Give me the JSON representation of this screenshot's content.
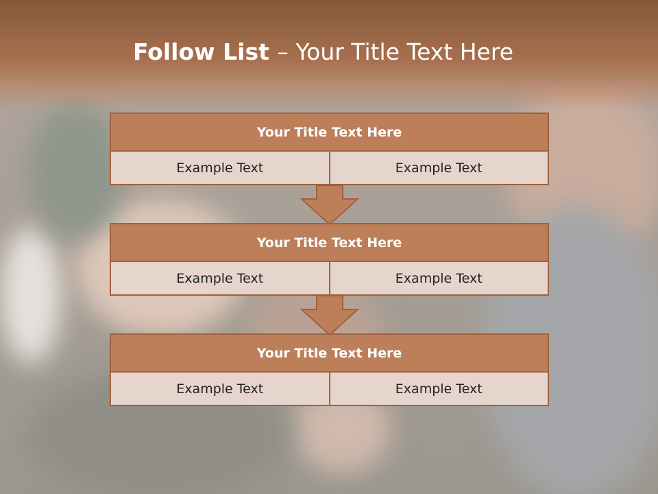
{
  "slide": {
    "title_bold": "Follow List ",
    "title_rest": " – Your Title Text Here"
  },
  "lists": [
    {
      "title": "Your Title Text Here",
      "left": "Example Text",
      "right": "Example Text"
    },
    {
      "title": "Your Title Text Here",
      "left": "Example Text",
      "right": "Example Text"
    },
    {
      "title": "Your Title Text Here",
      "left": "Example Text",
      "right": "Example Text"
    }
  ],
  "colors": {
    "header_band": "#a7704f",
    "box_title_fill": "#bd7f5a",
    "box_border": "#a0613d",
    "cell_fill": "#e5d5cc"
  }
}
